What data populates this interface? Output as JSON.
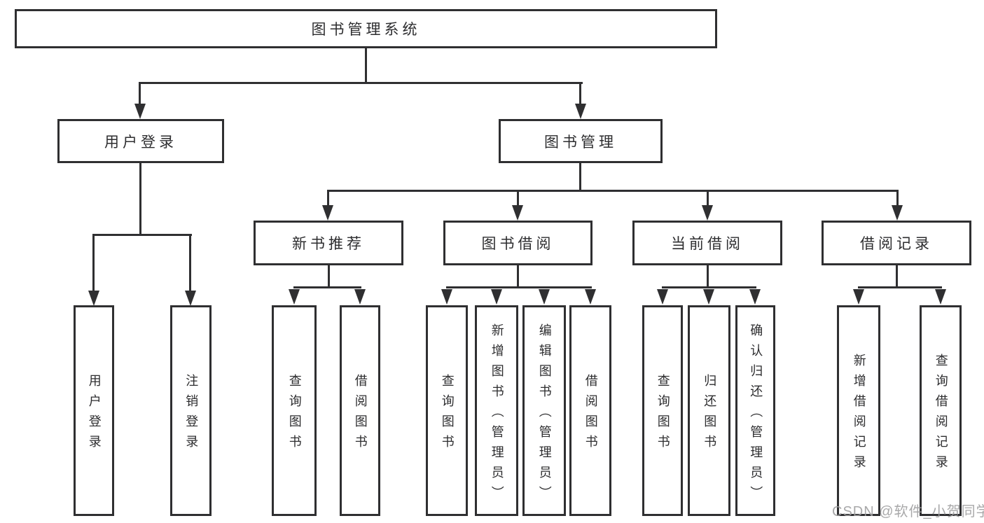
{
  "tree": {
    "label": "图书管理系统",
    "children": [
      {
        "label": "用户登录",
        "children": [
          {
            "label": "用户登录"
          },
          {
            "label": "注销登录"
          }
        ]
      },
      {
        "label": "图书管理",
        "children": [
          {
            "label": "新书推荐",
            "children": [
              {
                "label": "查询图书"
              },
              {
                "label": "借阅图书"
              }
            ]
          },
          {
            "label": "图书借阅",
            "children": [
              {
                "label": "查询图书"
              },
              {
                "label": "新增图书（管理员）"
              },
              {
                "label": "编辑图书（管理员）"
              },
              {
                "label": "借阅图书"
              }
            ]
          },
          {
            "label": "当前借阅",
            "children": [
              {
                "label": "查询图书"
              },
              {
                "label": "归还图书"
              },
              {
                "label": "确认归还（管理员）"
              }
            ]
          },
          {
            "label": "借阅记录",
            "children": [
              {
                "label": "新增借阅记录"
              },
              {
                "label": "查询借阅记录"
              }
            ]
          }
        ]
      }
    ]
  },
  "watermark": {
    "text": "CSDN @软件_小贺同学"
  },
  "colors": {
    "line": "#2f2f31",
    "text": "#2d2d2f",
    "watermark": "#9e9ea0",
    "background": "#ffffff"
  }
}
